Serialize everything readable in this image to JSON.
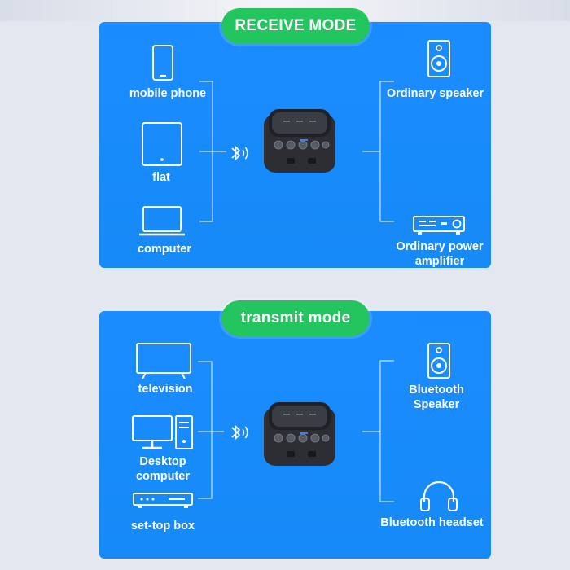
{
  "receive": {
    "title": "RECEIVE MODE",
    "sources": [
      "mobile phone",
      "flat",
      "computer"
    ],
    "outputs": [
      "Ordinary speaker",
      "Ordinary power amplifier"
    ]
  },
  "transmit": {
    "title": "transmit mode",
    "sources": [
      "television",
      "Desktop computer",
      "set-top box"
    ],
    "outputs": [
      "Bluetooth Speaker",
      "Bluetooth headset"
    ]
  },
  "icons": {
    "phone": "mobile-phone-icon",
    "tablet": "tablet-icon",
    "laptop": "laptop-icon",
    "speaker": "speaker-icon",
    "amplifier": "amplifier-icon",
    "tv": "television-icon",
    "desktop": "desktop-computer-icon",
    "settop": "set-top-box-icon",
    "headset": "headset-icon",
    "bluetooth": "bluetooth-icon"
  },
  "colors": {
    "panel": "#1b8cff",
    "pill": "#22c55e",
    "text": "#ffffff"
  }
}
